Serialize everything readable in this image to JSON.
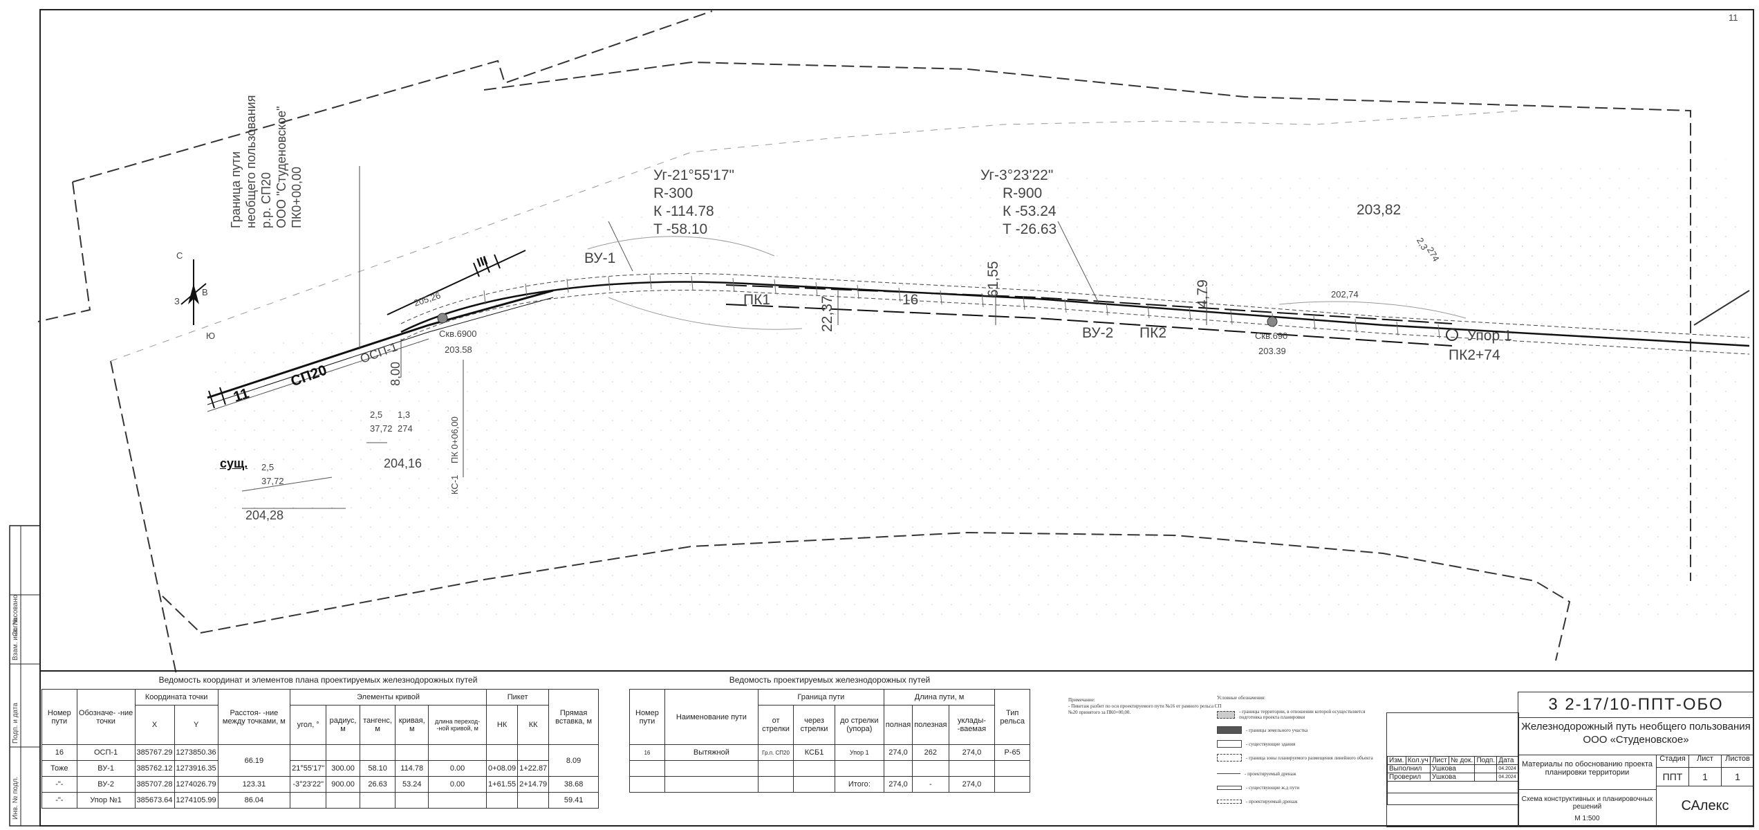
{
  "sheet": {
    "number": "11"
  },
  "plan": {
    "curve1": {
      "angle": "Уг-21°55'17\"",
      "r": "R-300",
      "k": "К -114.78",
      "t": "Т -58.10"
    },
    "curve2": {
      "angle": "Уг-3°23'22\"",
      "r": "R-900",
      "k": "К -53.24",
      "t": "Т -26.63"
    },
    "boundary": [
      "Граница пути",
      "необщего пользования",
      "р.р. СП20",
      "ООО \"Студеновское\"",
      "ПК0+00,00"
    ],
    "compass": {
      "n": "С",
      "s": "Ю",
      "e": "В",
      "w": "З"
    },
    "labels": {
      "vu1": "ВУ-1",
      "vu2": "ВУ-2",
      "pk1": "ПК1",
      "pk2": "ПК2",
      "pk2_74": "ПК2+74",
      "upor": "Упор 1",
      "track16": "16",
      "sp20": "СП20",
      "track11": "11",
      "osp1": "ОСП-1",
      "track3": "III",
      "sushch": "сущ.",
      "skv1": "Скв.6900",
      "skv2": "Скв.690",
      "d_8": "8,00",
      "d_2237": "22,37",
      "d_6155": "61,55",
      "d_479": "4,79",
      "pk0": "ПК 0+06,00",
      "ks": "КС-1",
      "elev_20282": "203,82",
      "elev_20274": "202,74",
      "elev_20339": "203.39",
      "elev_20358": "203.58",
      "elev_20526": "205,26",
      "elev_20416": "204,16",
      "elev_20428": "204,28",
      "slope1": "2,5",
      "slope1b": "37,72",
      "slope2": "1,3",
      "slope2b": "274",
      "slope3": "2,5",
      "slope3b": "37,72",
      "slope4": "2,3",
      "slope4b": "274"
    }
  },
  "coord_table": {
    "title": "Ведомость координат и элементов плана проектируемых железнодорожных путей",
    "h_num": "Номер пути",
    "h_name": "Обозначе- -ние точки",
    "h_coords": "Координата точки",
    "h_x": "X",
    "h_y": "Y",
    "h_dist": "Расстоя- -ние между точками, м",
    "h_curve": "Элементы кривой",
    "h_angle": "угол, °",
    "h_radius": "радиус, м",
    "h_tangent": "тангенс, м",
    "h_curvelen": "кривая, м",
    "h_trans": "длина переход- -ной кривой, м",
    "h_picket": "Пикет",
    "h_nk": "НК",
    "h_kk": "КК",
    "h_straight": "Прямая вставка, м",
    "rows": [
      {
        "num": "16",
        "name": "ОСП-1",
        "x": "385767.29",
        "y": "1273850.36",
        "angle": "",
        "radius": "",
        "tangent": "",
        "curve": "",
        "trans": "",
        "nk": "",
        "kk": ""
      },
      {
        "num": "Тоже",
        "name": "ВУ-1",
        "x": "385762.12",
        "y": "1273916.35",
        "angle": "21°55'17\"",
        "radius": "300.00",
        "tangent": "58.10",
        "curve": "114.78",
        "trans": "0.00",
        "nk": "0+08.09",
        "kk": "1+22.87"
      },
      {
        "num": "-\"-",
        "name": "ВУ-2",
        "x": "385707.28",
        "y": "1274026.79",
        "angle": "-3°23'22\"",
        "radius": "900.00",
        "tangent": "26.63",
        "curve": "53.24",
        "trans": "0.00",
        "nk": "1+61.55",
        "kk": "2+14.79"
      },
      {
        "num": "-\"-",
        "name": "Упор №1",
        "x": "385673.64",
        "y": "1274105.99",
        "angle": "",
        "radius": "",
        "tangent": "",
        "curve": "",
        "trans": "",
        "nk": "",
        "kk": ""
      }
    ],
    "dists": [
      "66.19",
      "123.31",
      "86.04"
    ],
    "straights": [
      "8.09",
      "38.68",
      "59.41"
    ]
  },
  "track_table": {
    "title": "Ведомость проектируемых железнодорожных путей",
    "h_num": "Номер пути",
    "h_name": "Наименование пути",
    "h_bound": "Граница пути",
    "h_from": "от стрелки",
    "h_via": "через стрелки",
    "h_to": "до стрелки (упора)",
    "h_len": "Длина пути, м",
    "h_full": "полная",
    "h_useful": "полезная",
    "h_laid": "уклады- -ваемая",
    "h_rail": "Тип рельса",
    "row": {
      "num": "16",
      "name": "Вытяжной",
      "from": "Гр.п. СП20",
      "via": "КСБ1",
      "to": "Упор 1",
      "full": "274,0",
      "useful": "262",
      "laid": "274,0",
      "rail": "Р-65"
    },
    "total": {
      "label": "Итого:",
      "full": "274,0",
      "useful": "-",
      "laid": "274,0"
    }
  },
  "notes": {
    "title": "Примечание:",
    "text": "- Пикетаж разбит по оси проектируемого пути №16 от рамного рельса СП №20 принятого за ПК0+00,00."
  },
  "legend": {
    "title": "Условные обозначения:",
    "items": [
      "- границы территории, в отношении которой осуществляется подготовка проекта планировки",
      "- границы земельного участка",
      "- существующие здания",
      "- граница зоны планируемого размещения линейного объекта",
      "- проектируемый дренаж",
      "- существующие ж.д пути",
      "- проектируемый дренаж"
    ]
  },
  "stamp": {
    "code": "3 2-17/10-ППТ-ОБО",
    "project": "Железнодорожный путь необщего пользования ООО «Студеновское»",
    "subtitle": "Материалы по обоснованию проекта планировки территории",
    "drawing": "Схема конструктивных и планировочных решений",
    "scale": "М 1:500",
    "stage_h": "Стадия",
    "sheet_h": "Лист",
    "sheets_h": "Листов",
    "stage": "ППТ",
    "sheet": "1",
    "sheets": "1",
    "company": "САлекс",
    "cols": [
      "Изм.",
      "Кол.уч",
      "Лист",
      "№ док.",
      "Подп.",
      "Дата"
    ],
    "p1_role": "Выполнил",
    "p1_name": "Ушкова",
    "p1_date": "04.2024",
    "p2_role": "Проверил",
    "p2_name": "Ушкова",
    "p2_date": "04.2024"
  },
  "side_stamp": [
    "Взам. инв. №",
    "Подп. и дата",
    "Инв. № подл.",
    "Согласовано"
  ]
}
